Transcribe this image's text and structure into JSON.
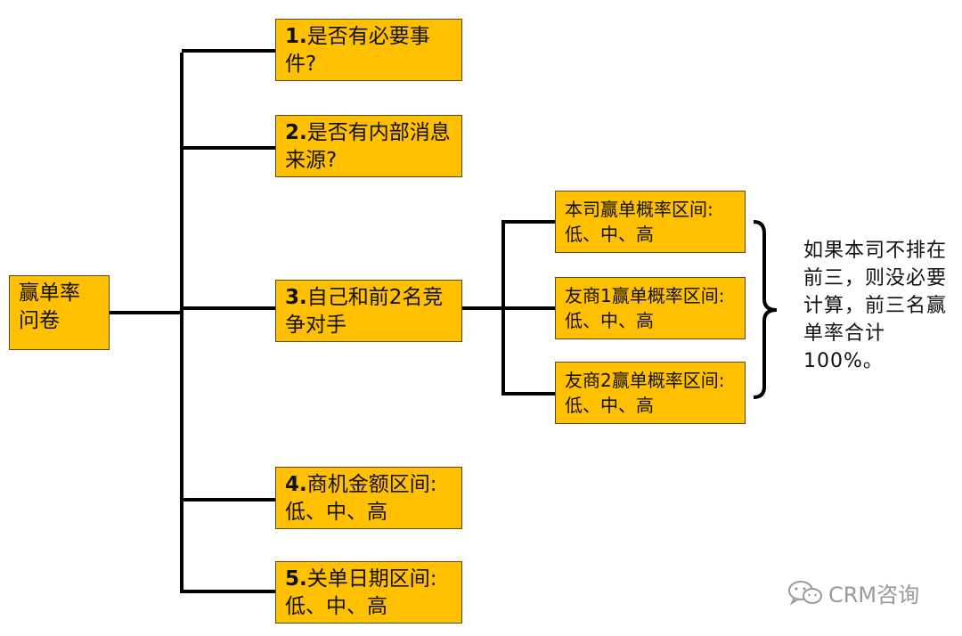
{
  "root": {
    "label": "赢单率问卷"
  },
  "questions": [
    {
      "num": "1.",
      "text": "是否有必要事件?"
    },
    {
      "num": "2.",
      "text": "是否有内部消息来源?"
    },
    {
      "num": "3.",
      "text": "自己和前2名竞争对手"
    },
    {
      "num": "4.",
      "text": "商机金额区间:低、中、高"
    },
    {
      "num": "5.",
      "text": "关单日期区间:低、中、高"
    }
  ],
  "sub_items": [
    {
      "text": "本司赢单概率区间:低、中、高"
    },
    {
      "text": "友商1赢单概率区间:低、中、高"
    },
    {
      "text": "友商2赢单概率区间:低、中、高"
    }
  ],
  "note": "如果本司不排在前三，则没必要计算，前三名赢单率合计100%。",
  "watermark": {
    "label": "CRM咨询",
    "icon": "wechat-icon"
  },
  "colors": {
    "box_fill": "#FFC000",
    "line": "#000000",
    "text": "#111111"
  }
}
